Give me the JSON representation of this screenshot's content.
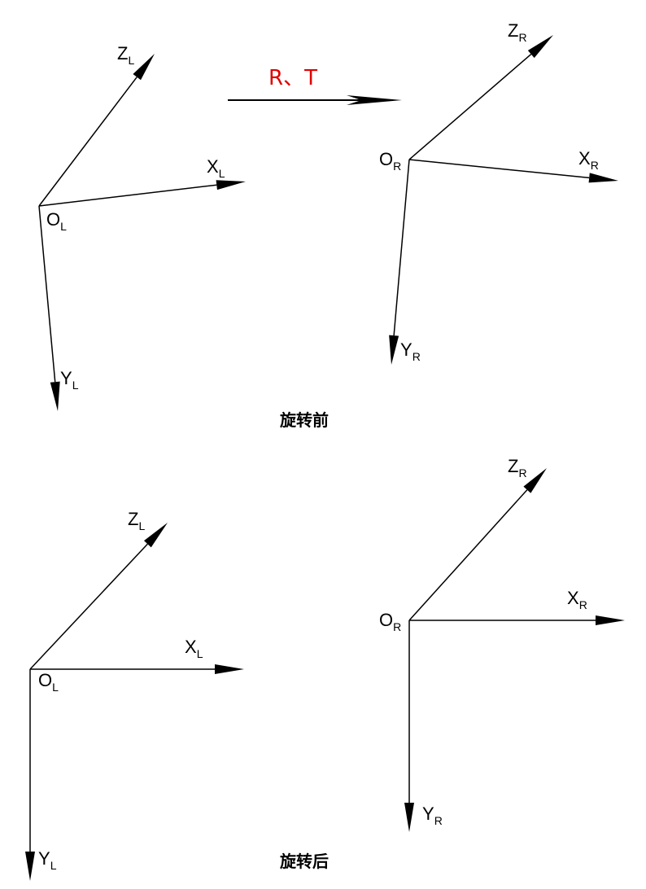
{
  "transform_label": "R、T",
  "captions": {
    "before": "旋转前",
    "after": "旋转后"
  },
  "colors": {
    "axis": "#000000",
    "transform": "#e00000"
  },
  "frames": {
    "before_left": {
      "origin": "O",
      "origin_sub": "L",
      "x": "X",
      "x_sub": "L",
      "y": "Y",
      "y_sub": "L",
      "z": "Z",
      "z_sub": "L"
    },
    "before_right": {
      "origin": "O",
      "origin_sub": "R",
      "x": "X",
      "x_sub": "R",
      "y": "Y",
      "y_sub": "R",
      "z": "Z",
      "z_sub": "R"
    },
    "after_left": {
      "origin": "O",
      "origin_sub": "L",
      "x": "X",
      "x_sub": "L",
      "y": "Y",
      "y_sub": "L",
      "z": "Z",
      "z_sub": "L"
    },
    "after_right": {
      "origin": "O",
      "origin_sub": "R",
      "x": "X",
      "x_sub": "R",
      "y": "Y",
      "y_sub": "R",
      "z": "Z",
      "z_sub": "R"
    }
  }
}
